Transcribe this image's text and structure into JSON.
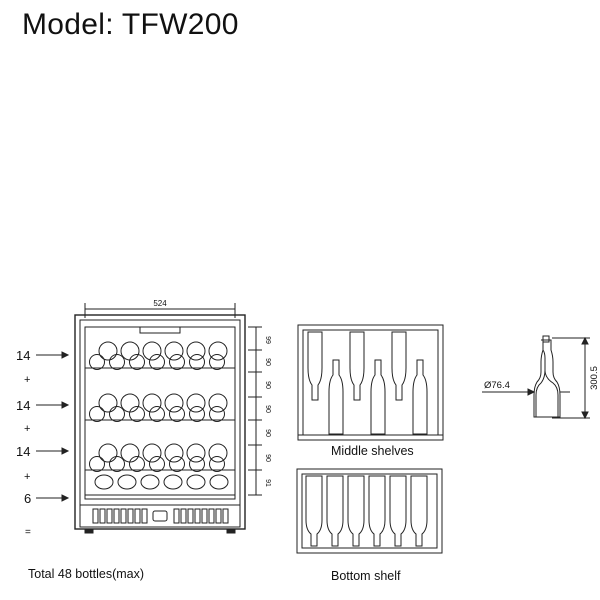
{
  "model_title": "Model: TFW200",
  "cabinet": {
    "width_label": "524",
    "shelf_heights": [
      "99",
      "90",
      "90",
      "90",
      "90",
      "90",
      "91"
    ],
    "row_counts": [
      "14",
      "14",
      "14",
      "6"
    ],
    "row_separator": "+",
    "total_symbol": "=",
    "total_caption": "Total 48 bottles(max)"
  },
  "middle_shelves_caption": "Middle shelves",
  "bottom_shelf_caption": "Bottom shelf",
  "bottle": {
    "diameter_label": "Ø76.4",
    "height_label": "300.5"
  }
}
